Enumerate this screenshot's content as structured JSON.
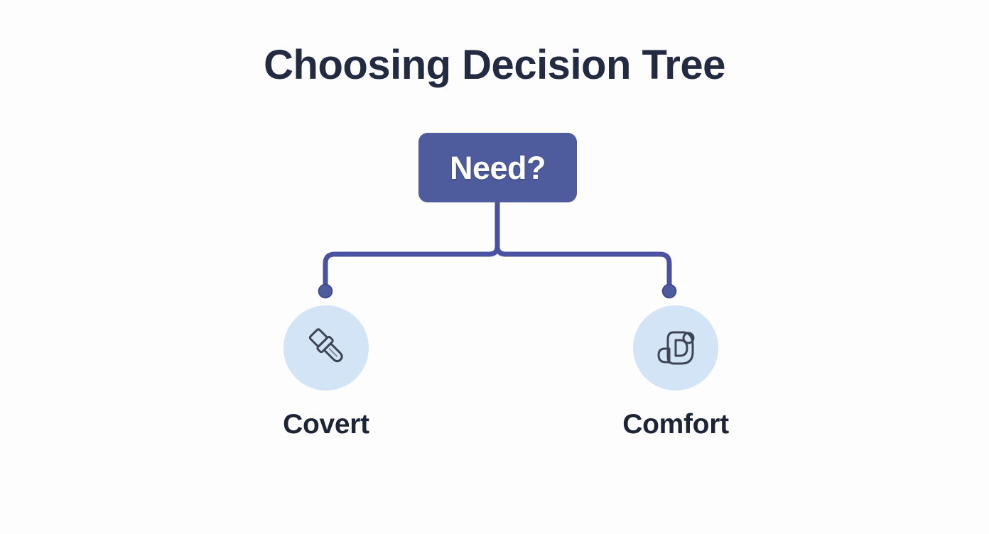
{
  "diagram": {
    "title": "Choosing Decision Tree",
    "type": "decision-tree",
    "background_color": "#fdfdfd",
    "title_color": "#232b42",
    "root": {
      "label": "Need?",
      "shape": "rounded-rectangle",
      "fill_color": "#4e5b9c",
      "text_color": "#ffffff"
    },
    "connector": {
      "line_color": "#4a51a0",
      "endpoint_dot_color": "#4e5b9c",
      "style": "orthogonal-elbow-rounded"
    },
    "branches": [
      {
        "label": "Covert",
        "icon": "eyedropper-icon",
        "circle_color": "#d3e4f7",
        "icon_color": "#3e4557",
        "label_color": "#1d2436"
      },
      {
        "label": "Comfort",
        "icon": "cushion-d-icon",
        "circle_color": "#d3e4f7",
        "icon_color": "#3e4557",
        "label_color": "#1d2436"
      }
    ]
  }
}
